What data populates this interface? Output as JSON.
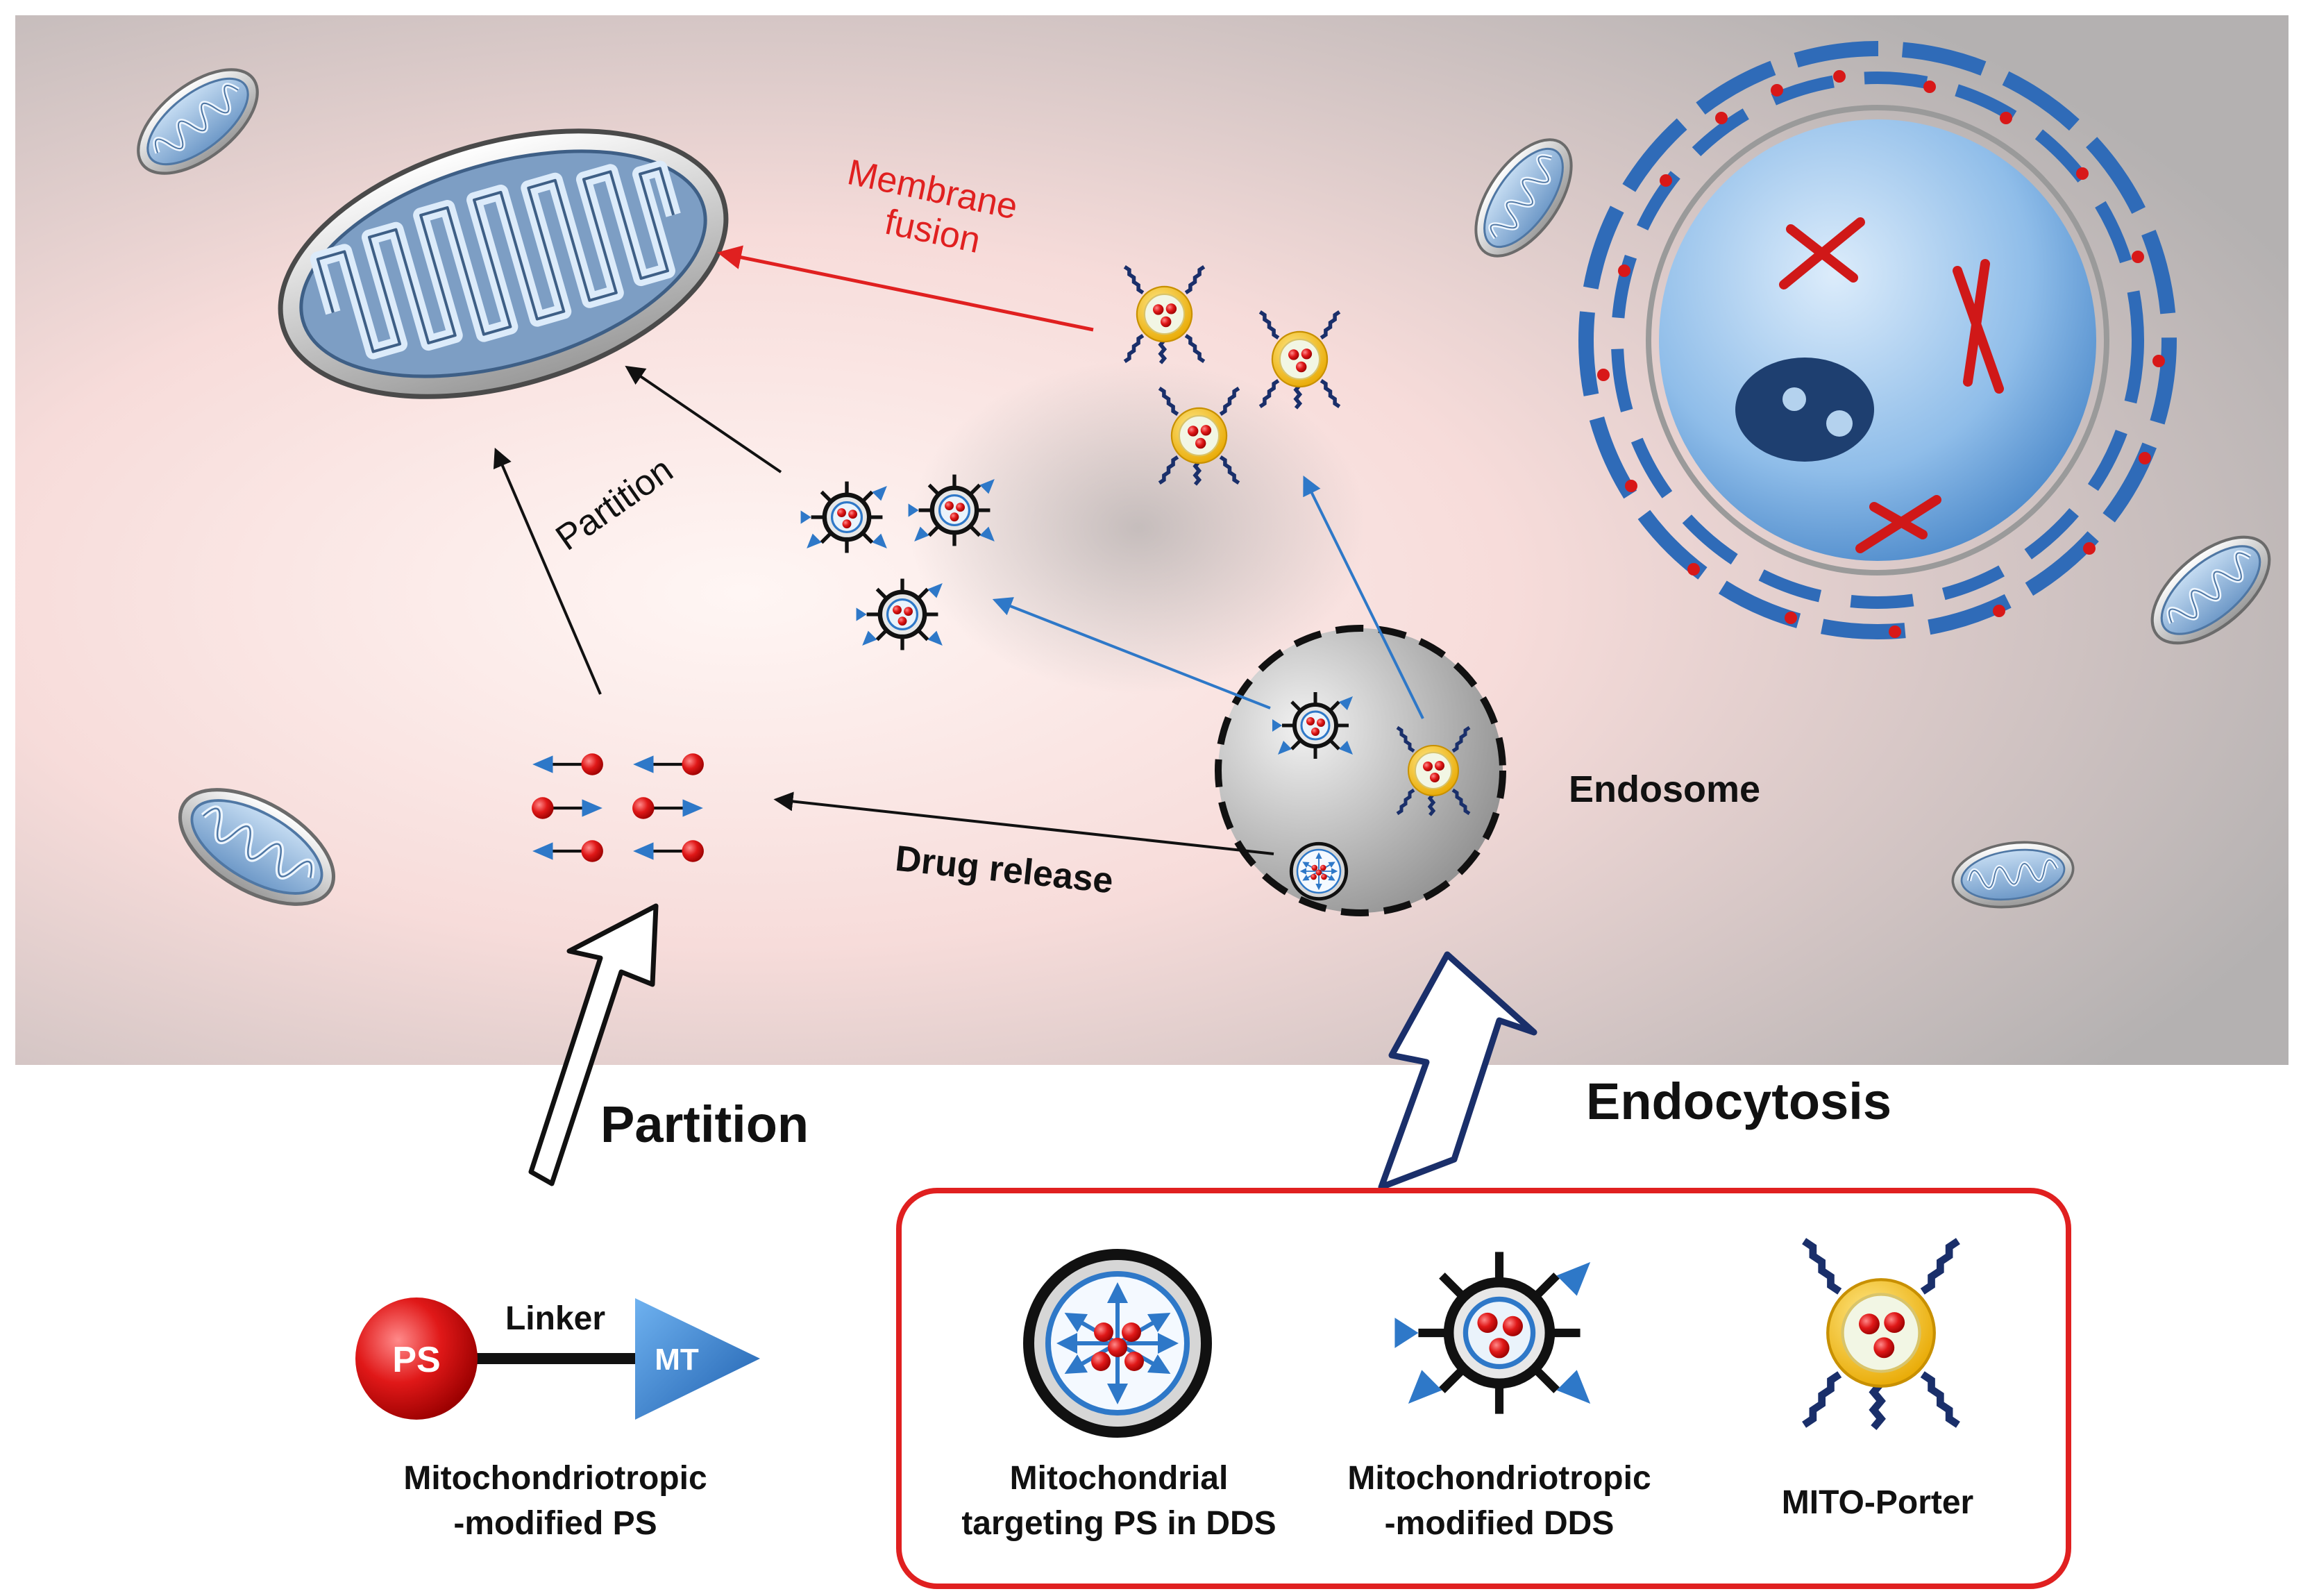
{
  "labels": {
    "membrane_fusion_line1": "Membrane",
    "membrane_fusion_line2": "fusion",
    "partition_small": "Partition",
    "drug_release": "Drug release",
    "endosome": "Endosome",
    "partition_big": "Partition",
    "endocytosis": "Endocytosis"
  },
  "molecule": {
    "ps": "PS",
    "linker": "Linker",
    "mt": "MT",
    "caption_line1": "Mitochondriotropic",
    "caption_line2": "-modified PS"
  },
  "legend": {
    "items": [
      {
        "line1": "Mitochondrial",
        "line2": "targeting PS in DDS"
      },
      {
        "line1": "Mitochondriotropic",
        "line2": "-modified DDS"
      },
      {
        "line1": "MITO-Porter",
        "line2": ""
      }
    ]
  },
  "colors": {
    "red": "#e02020",
    "blue_arrow": "#2e78c8",
    "navy": "#1a2f6a",
    "gold": "#f0c020",
    "legend_border": "#e02020",
    "organelle_blue": "#9ec3e6"
  }
}
